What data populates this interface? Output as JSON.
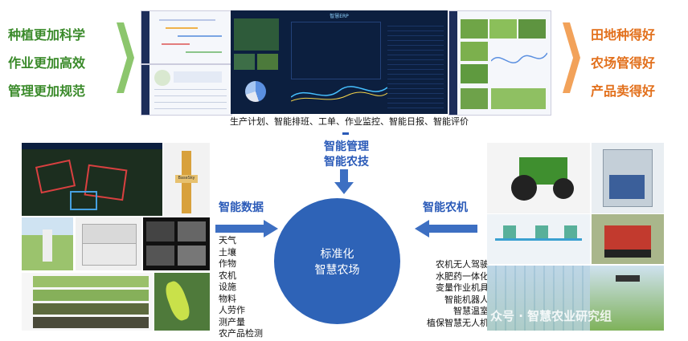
{
  "left_slogans": [
    "种植更加科学",
    "作业更加高效",
    "管理更加规范"
  ],
  "right_slogans": [
    "田地种得好",
    "农场管得好",
    "产品卖得好"
  ],
  "top_caption": "生产计划、智能排班、工单、作业监控、智能日报、智能评价",
  "top_center": {
    "line1": "智能管理",
    "line2": "智能农技"
  },
  "left_label": "智能数据",
  "right_label": "智能农机",
  "center_circle": {
    "line1": "标准化",
    "line2": "智慧农场"
  },
  "data_items": [
    "天气",
    "土壤",
    "作物",
    "农机",
    "设施",
    "物料",
    "人劳作",
    "测产量",
    "农产品检测"
  ],
  "machine_items": [
    "农机无人驾驶",
    "水肥药一体化",
    "变量作业机具",
    "智能机器人",
    "智慧温室",
    "植保智慧无人机"
  ],
  "screens": {
    "center_title": "智慧ERP",
    "sensor_brand": "BaseSky"
  },
  "watermark": "众号 · 智慧农业研究组",
  "colors": {
    "green": "#3a8a2a",
    "orange": "#e2701c",
    "blue": "#2a5ab8",
    "circle": "#2e63b7",
    "arrow": "#3d6fc2"
  }
}
